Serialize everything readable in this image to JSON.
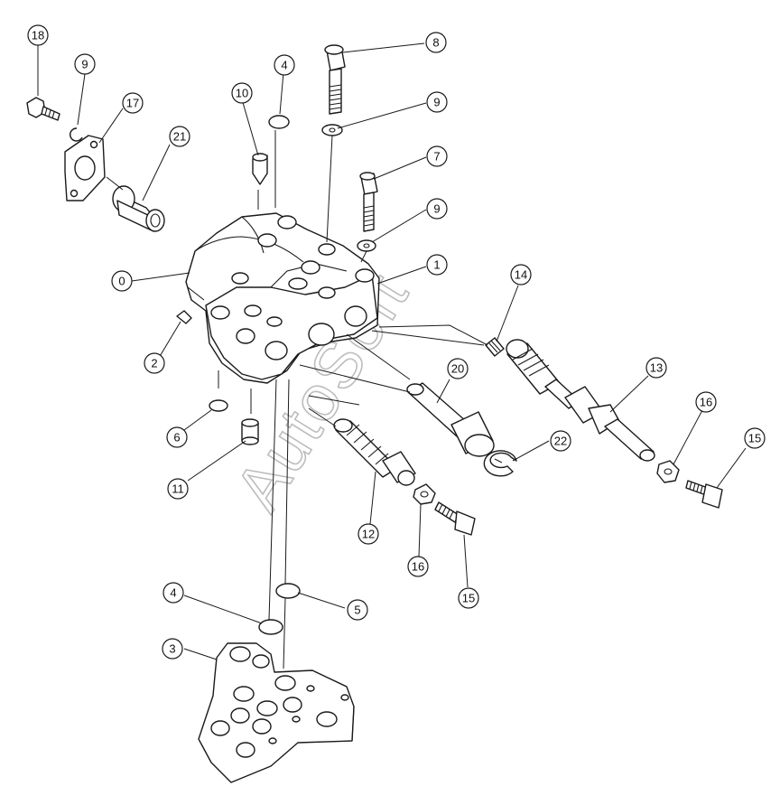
{
  "watermark": "AutoSoft",
  "callouts": [
    {
      "id": "c18",
      "label": "18"
    },
    {
      "id": "c9a",
      "label": "9"
    },
    {
      "id": "c17",
      "label": "17"
    },
    {
      "id": "c21",
      "label": "21"
    },
    {
      "id": "c10",
      "label": "10"
    },
    {
      "id": "c4a",
      "label": "4"
    },
    {
      "id": "c8",
      "label": "8"
    },
    {
      "id": "c9b",
      "label": "9"
    },
    {
      "id": "c7",
      "label": "7"
    },
    {
      "id": "c9c",
      "label": "9"
    },
    {
      "id": "c0",
      "label": "0"
    },
    {
      "id": "c1",
      "label": "1"
    },
    {
      "id": "c14",
      "label": "14"
    },
    {
      "id": "c2",
      "label": "2"
    },
    {
      "id": "c20",
      "label": "20"
    },
    {
      "id": "c13",
      "label": "13"
    },
    {
      "id": "c16a",
      "label": "16"
    },
    {
      "id": "c6",
      "label": "6"
    },
    {
      "id": "c15a",
      "label": "15"
    },
    {
      "id": "c22",
      "label": "22"
    },
    {
      "id": "c11",
      "label": "11"
    },
    {
      "id": "c12",
      "label": "12"
    },
    {
      "id": "c16b",
      "label": "16"
    },
    {
      "id": "c15b",
      "label": "15"
    },
    {
      "id": "c4b",
      "label": "4"
    },
    {
      "id": "c5",
      "label": "5"
    },
    {
      "id": "c3",
      "label": "3"
    }
  ]
}
